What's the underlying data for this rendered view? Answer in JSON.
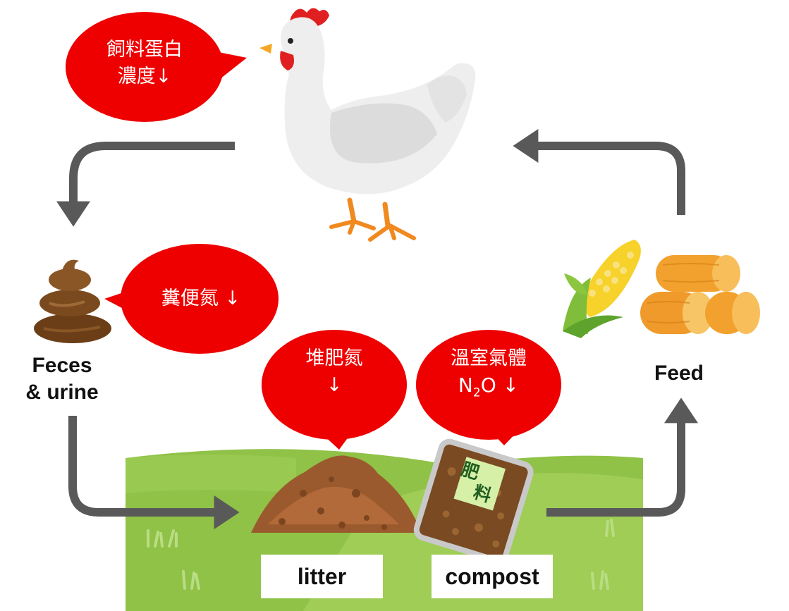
{
  "bubbles": {
    "feed_protein": {
      "line1": "飼料蛋白",
      "line2": "濃度↓"
    },
    "manure_n": {
      "text": "糞便氮 ↓"
    },
    "compost_n": {
      "line1": "堆肥氮",
      "line2": "↓"
    },
    "ghg": {
      "line1": "溫室氣體",
      "chem_n": "N",
      "chem_sub": "2",
      "chem_o": "O ↓"
    }
  },
  "labels": {
    "feces_line1": "Feces",
    "feces_line2": "& urine",
    "feed": "Feed",
    "litter": "litter",
    "compost": "compost"
  },
  "bag_text": "肥料",
  "colors": {
    "bubble": "#ee0000",
    "arrow": "#595959",
    "grass": "#8fc247",
    "grass_light": "#a4d05c"
  },
  "icons": [
    "chicken-icon",
    "manure-icon",
    "corn-icon",
    "hay-bales-icon",
    "soil-pile-icon",
    "fertilizer-bag-icon"
  ]
}
